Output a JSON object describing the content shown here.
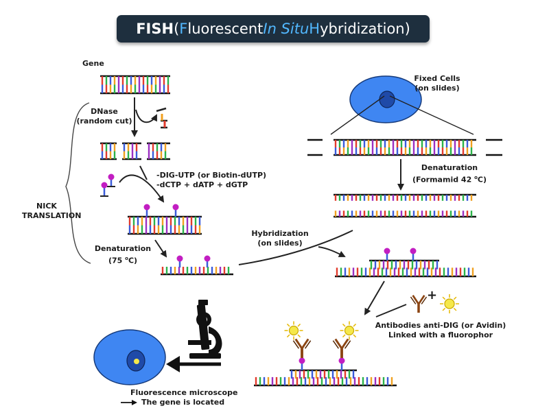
{
  "title": {
    "fish": "FISH",
    "open": " (",
    "f": "F",
    "luorescent": "luorescent ",
    "in_situ": "In Situ",
    "space": " ",
    "h": "H",
    "ybridization": "ybridization)"
  },
  "labels": {
    "gene": "Gene",
    "dnase_1": "DNase",
    "dnase_2": "(random cut)",
    "dig_1": "-DIG-UTP (or Biotin-dUTP)",
    "dig_2": "-dCTP + dATP + dGTP",
    "nick_1": "NICK",
    "nick_2": "TRANSLATION",
    "denat_left_1": "Denaturation",
    "denat_left_2": "(75 ",
    "denat_left_deg": "o",
    "denat_left_3": "C)",
    "fixed_1": "Fixed Cells",
    "fixed_2": "(on slides)",
    "denat_right_1": "Denaturation",
    "denat_right_2": "(Formamid 42 ",
    "denat_right_deg": "o",
    "denat_right_3": "C)",
    "hybrid_1": "Hybridization",
    "hybrid_2": "(on slides)",
    "plus": "+",
    "antibody_1": "Antibodies anti-DIG (or Avidin)",
    "antibody_2": "Linked with a fluorophor",
    "micro_1": "Fluorescence microscope",
    "micro_2": "The gene is located"
  },
  "colors": {
    "title_bg": "#1e2f3e",
    "title_accent": "#52b8ff",
    "cell_fill": "#3f86f2",
    "nucleus_fill": "#1f4aa8",
    "probe": "#c21ec2",
    "antibody": "#8b4513",
    "fluorophore": "#f5e84a",
    "base_colors": [
      "#e23a2c",
      "#2bb24a",
      "#3a5bd9",
      "#f0a020",
      "#9b2fc2"
    ]
  },
  "icons": {
    "microscope": "microscope-icon",
    "arrow": "arrow-icon",
    "antibody": "antibody-icon",
    "fluorophore": "fluorophore-icon",
    "probe": "probe-icon"
  }
}
